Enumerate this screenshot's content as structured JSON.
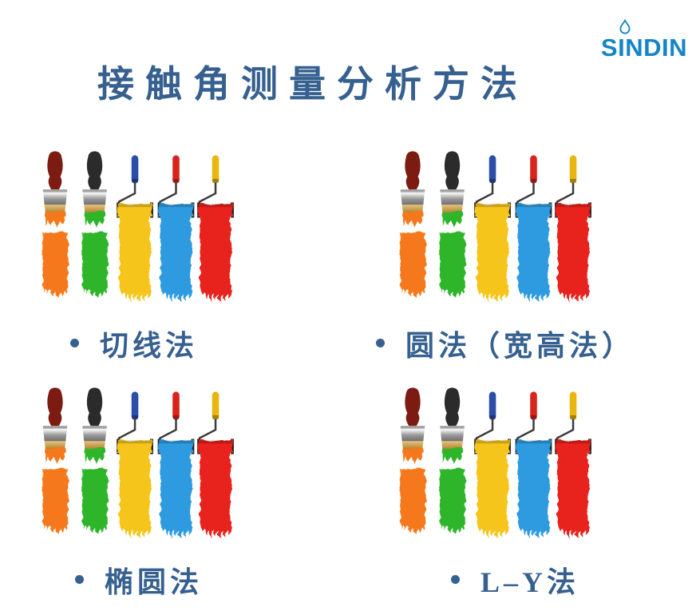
{
  "palette": {
    "ink": "#36608F",
    "logo": "#1585C5",
    "orange": "#F5791D",
    "green": "#2EB52C",
    "yellow": "#F6C51A",
    "blue": "#2D9BE0",
    "red": "#E8241B",
    "maroon": "#7B1B12",
    "blackhandle": "#2B2B2B",
    "rollerblue": "#2B4EA8",
    "rollerred": "#D8251C",
    "rolleryellow": "#E9B50F"
  },
  "logo": {
    "text": "SINDIN",
    "droplet_icon": "water-droplet"
  },
  "title": "接触角测量分析方法",
  "methods": [
    {
      "label": "切线法"
    },
    {
      "label": "圆法（宽高法）"
    },
    {
      "label": "椭圆法"
    },
    {
      "label": "L–Y法"
    }
  ],
  "illustration": {
    "name": "paint-brushes-and-rollers",
    "items": [
      "orange-brush",
      "green-brush",
      "yellow-roller",
      "blue-roller",
      "red-roller"
    ]
  }
}
